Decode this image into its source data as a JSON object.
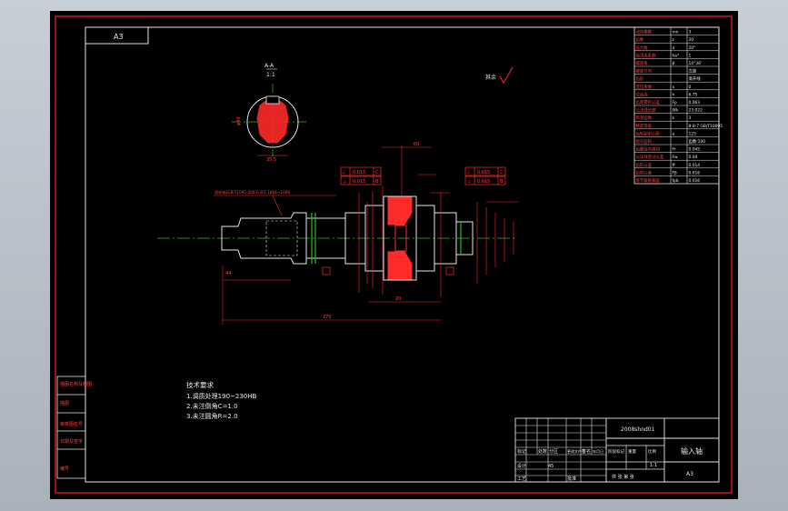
{
  "colors": {
    "background": "#000000",
    "border_red": "#ff2020",
    "line_white": "#e6e6e6",
    "centerline_green": "#1fc21f",
    "hatch_red": "#ff2a2a",
    "app_bg": "#b9c0c8"
  },
  "drawing": {
    "sheet_code_top": "A3",
    "section_label": "A-A",
    "section_ratio": "1:1",
    "roughness_mark": "其余",
    "left_strip": [
      "描图名称及制图",
      "描图",
      "审核图名号",
      "日期及签字",
      "编号"
    ],
    "notes_title": "技术要求",
    "notes": [
      "1.调质处理190~230HB",
      "2.未注倒角C=1.0",
      "3.未注圆角R=2.0"
    ],
    "dims": {
      "overall_length": "270",
      "left_length": "44",
      "hub_width": "20",
      "dim_60": "60"
    },
    "tol_frames": [
      {
        "sym": "⌰",
        "val": "0.015",
        "ref": "C"
      },
      {
        "sym": "⊥",
        "val": "0.015",
        "ref": "B"
      },
      {
        "sym": "⌰",
        "val": "0.015",
        "ref": "C"
      },
      {
        "sym": "⊥",
        "val": "0.015",
        "ref": "B"
      }
    ],
    "thread_note": "齿轮轴(GB/T1095-2003) 8/7 1064~1068"
  },
  "gear_table": {
    "rows": [
      [
        "法向模数",
        "mn",
        "3"
      ],
      [
        "齿数",
        "z",
        "20"
      ],
      [
        "压力角",
        "α",
        "20°"
      ],
      [
        "齿顶高系数",
        "ha*",
        "1"
      ],
      [
        "螺旋角",
        "β",
        "14°36'"
      ],
      [
        "螺旋方向",
        "",
        "左旋"
      ],
      [
        "齿形",
        "",
        "渐开线"
      ],
      [
        "变位系数",
        "x",
        "0"
      ],
      [
        "全齿高",
        "h",
        "6.75"
      ],
      [
        "齿距累积公差",
        "Fp",
        "0.063"
      ],
      [
        "公法线长度",
        "Wk",
        "23.022"
      ],
      [
        "跨测齿数",
        "k",
        "3"
      ],
      [
        "精度等级",
        "",
        "8-8-7 GB/T10095"
      ],
      [
        "齿轮副中心距",
        "a",
        "125"
      ],
      [
        "配对齿轮",
        "",
        "齿数 100"
      ],
      [
        "齿圈径向跳动",
        "Fr",
        "0.045"
      ],
      [
        "公法线变动公差",
        "Fw",
        "0.04"
      ],
      [
        "齿形公差",
        "ff",
        "0.014"
      ],
      [
        "齿向公差",
        "Fβ",
        "0.016"
      ],
      [
        "基节极限偏差",
        "fpb",
        "0.016"
      ]
    ]
  },
  "title_block": {
    "drawing_number": "2008shnd01",
    "part_name": "输入轴",
    "sheet_size": "A3",
    "scale": "1:1",
    "material_note": "45",
    "headers": [
      "标记",
      "处数",
      "分区",
      "更改文件号",
      "签名",
      "年月日"
    ],
    "stage_label": "阶段标记",
    "weight_label": "重量",
    "scale_label": "比例",
    "design": "设计",
    "process": "工艺",
    "approve": "批准",
    "sheets": "共 张 第 张"
  }
}
